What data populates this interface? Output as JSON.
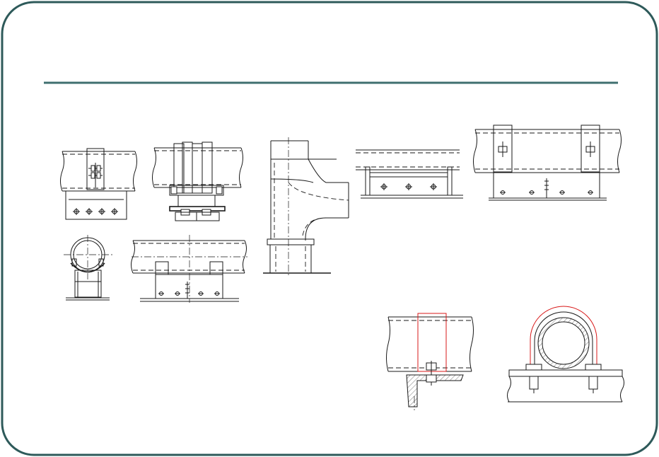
{
  "slide": {
    "title": "",
    "frame_color": "#2e5a5a",
    "rule_color": "#3f6f6f",
    "highlight_color": "#d81818"
  },
  "figures": [
    "pipe-clamp-side-view",
    "double-strap-support",
    "elbow-support",
    "pipe-shoe-short",
    "pipe-shoe-long",
    "u-clamp-end-view",
    "pipe-shoe-front-view",
    "strap-detail-section",
    "u-bolt-detail-section"
  ]
}
